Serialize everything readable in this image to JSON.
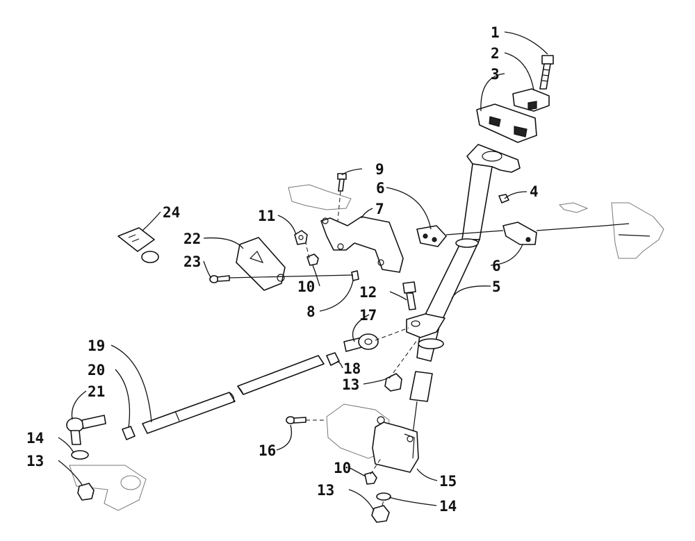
{
  "callouts": [
    {
      "id": "c1",
      "text": "1"
    },
    {
      "id": "c2",
      "text": "2"
    },
    {
      "id": "c3",
      "text": "3"
    },
    {
      "id": "c4",
      "text": "4"
    },
    {
      "id": "c5",
      "text": "5"
    },
    {
      "id": "c6a",
      "text": "6"
    },
    {
      "id": "c6b",
      "text": "6"
    },
    {
      "id": "c7",
      "text": "7"
    },
    {
      "id": "c8",
      "text": "8"
    },
    {
      "id": "c9",
      "text": "9"
    },
    {
      "id": "c10a",
      "text": "10"
    },
    {
      "id": "c10b",
      "text": "10"
    },
    {
      "id": "c11",
      "text": "11"
    },
    {
      "id": "c12",
      "text": "12"
    },
    {
      "id": "c13a",
      "text": "13"
    },
    {
      "id": "c13b",
      "text": "13"
    },
    {
      "id": "c13c",
      "text": "13"
    },
    {
      "id": "c14a",
      "text": "14"
    },
    {
      "id": "c14b",
      "text": "14"
    },
    {
      "id": "c15",
      "text": "15"
    },
    {
      "id": "c16",
      "text": "16"
    },
    {
      "id": "c17",
      "text": "17"
    },
    {
      "id": "c18",
      "text": "18"
    },
    {
      "id": "c19",
      "text": "19"
    },
    {
      "id": "c20",
      "text": "20"
    },
    {
      "id": "c21",
      "text": "21"
    },
    {
      "id": "c22",
      "text": "22"
    },
    {
      "id": "c23",
      "text": "23"
    },
    {
      "id": "c24",
      "text": "24"
    }
  ]
}
